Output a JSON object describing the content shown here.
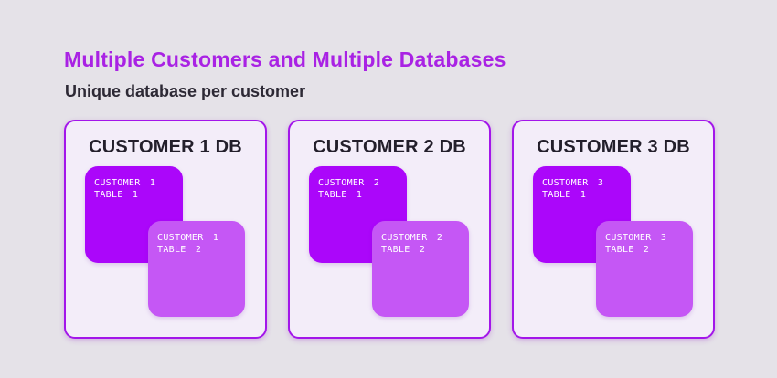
{
  "header": {
    "title": "Multiple Customers and Multiple Databases",
    "subtitle": "Unique database per customer"
  },
  "colors": {
    "page_bg": "#e5e2e8",
    "card_bg": "#f3edf9",
    "card_border": "#a316ea",
    "table1_bg": "#ab06fa",
    "table2_bg": "#c557f5",
    "title_color": "#a922e4",
    "text_dark": "#2d2935",
    "card_title_color": "#231f2b",
    "table_text": "#ffffff"
  },
  "cards": [
    {
      "title": "CUSTOMER 1 DB",
      "tables": [
        {
          "line1": "CUSTOMER 1",
          "line2": "TABLE 1"
        },
        {
          "line1": "CUSTOMER 1",
          "line2": "TABLE 2"
        }
      ]
    },
    {
      "title": "CUSTOMER 2 DB",
      "tables": [
        {
          "line1": "CUSTOMER 2",
          "line2": "TABLE 1"
        },
        {
          "line1": "CUSTOMER 2",
          "line2": "TABLE 2"
        }
      ]
    },
    {
      "title": "CUSTOMER 3 DB",
      "tables": [
        {
          "line1": "CUSTOMER 3",
          "line2": "TABLE 1"
        },
        {
          "line1": "CUSTOMER 3",
          "line2": "TABLE 2"
        }
      ]
    }
  ]
}
